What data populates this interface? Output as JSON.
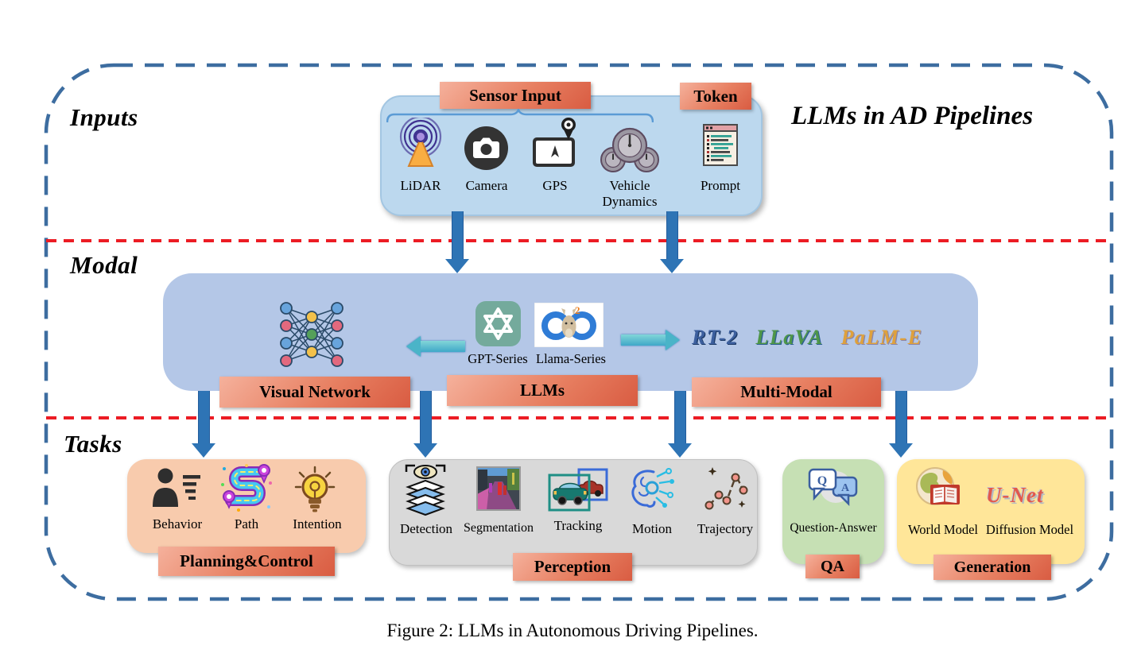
{
  "figure": {
    "title": "LLMs in AD Pipelines",
    "caption": "Figure 2: LLMs in Autonomous Driving Pipelines."
  },
  "sections": {
    "inputs_label": "Inputs",
    "modal_label": "Modal",
    "tasks_label": "Tasks"
  },
  "inputs": {
    "sensor_group_label": "Sensor Input",
    "token_label": "Token",
    "items": [
      {
        "name": "LiDAR",
        "icon": "lidar-icon"
      },
      {
        "name": "Camera",
        "icon": "camera-icon"
      },
      {
        "name": "GPS",
        "icon": "gps-icon"
      },
      {
        "name": "Vehicle Dynamics",
        "icon": "vehicle-dynamics-icon"
      },
      {
        "name": "Prompt",
        "icon": "prompt-icon"
      }
    ]
  },
  "modal": {
    "visual_network_label": "Visual Network",
    "llms_label": "LLMs",
    "multi_modal_label": "Multi-Modal",
    "gpt_series_label": "GPT-Series",
    "llama_series_label": "Llama-Series",
    "multimodal_models": [
      {
        "name": "RT-2",
        "color": "#3c5f9e"
      },
      {
        "name": "LLaVA",
        "color": "#4e9648"
      },
      {
        "name": "PaLM-E",
        "color": "#dfa13c"
      }
    ]
  },
  "tasks": {
    "planning": {
      "label": "Planning&Control",
      "items": [
        {
          "name": "Behavior",
          "icon": "behavior-icon"
        },
        {
          "name": "Path",
          "icon": "path-icon"
        },
        {
          "name": "Intention",
          "icon": "intention-icon"
        }
      ]
    },
    "perception": {
      "label": "Perception",
      "items": [
        {
          "name": "Detection",
          "icon": "detection-icon"
        },
        {
          "name": "Segmentation",
          "icon": "segmentation-icon"
        },
        {
          "name": "Tracking",
          "icon": "tracking-icon"
        },
        {
          "name": "Motion",
          "icon": "motion-icon"
        },
        {
          "name": "Trajectory",
          "icon": "trajectory-icon"
        }
      ]
    },
    "qa": {
      "label": "QA",
      "icon_q": "Q",
      "icon_a": "A",
      "items": [
        {
          "name": "Question-Answer",
          "icon": "question-answer-icon"
        }
      ]
    },
    "generation": {
      "label": "Generation",
      "unet_text": "U-Net",
      "items": [
        {
          "name": "World Model",
          "icon": "world-model-icon"
        },
        {
          "name": "Diffusion Model",
          "icon": "unet-text"
        }
      ]
    }
  },
  "colors": {
    "border_blue": "#3d6da0",
    "divider_red": "#ec1c24",
    "inputs_box": "#bcd8ee",
    "modal_box": "#b4c7e7",
    "planning_box": "#f8cbad",
    "perception_box": "#d9d9d9",
    "qa_box": "#c6e0b4",
    "generation_box": "#ffe699",
    "tag_gradient_start": "#f5b19c",
    "tag_gradient_end": "#d95c42",
    "arrow_blue": "#2e74b5",
    "arrow_teal": "#4ab4c8"
  }
}
